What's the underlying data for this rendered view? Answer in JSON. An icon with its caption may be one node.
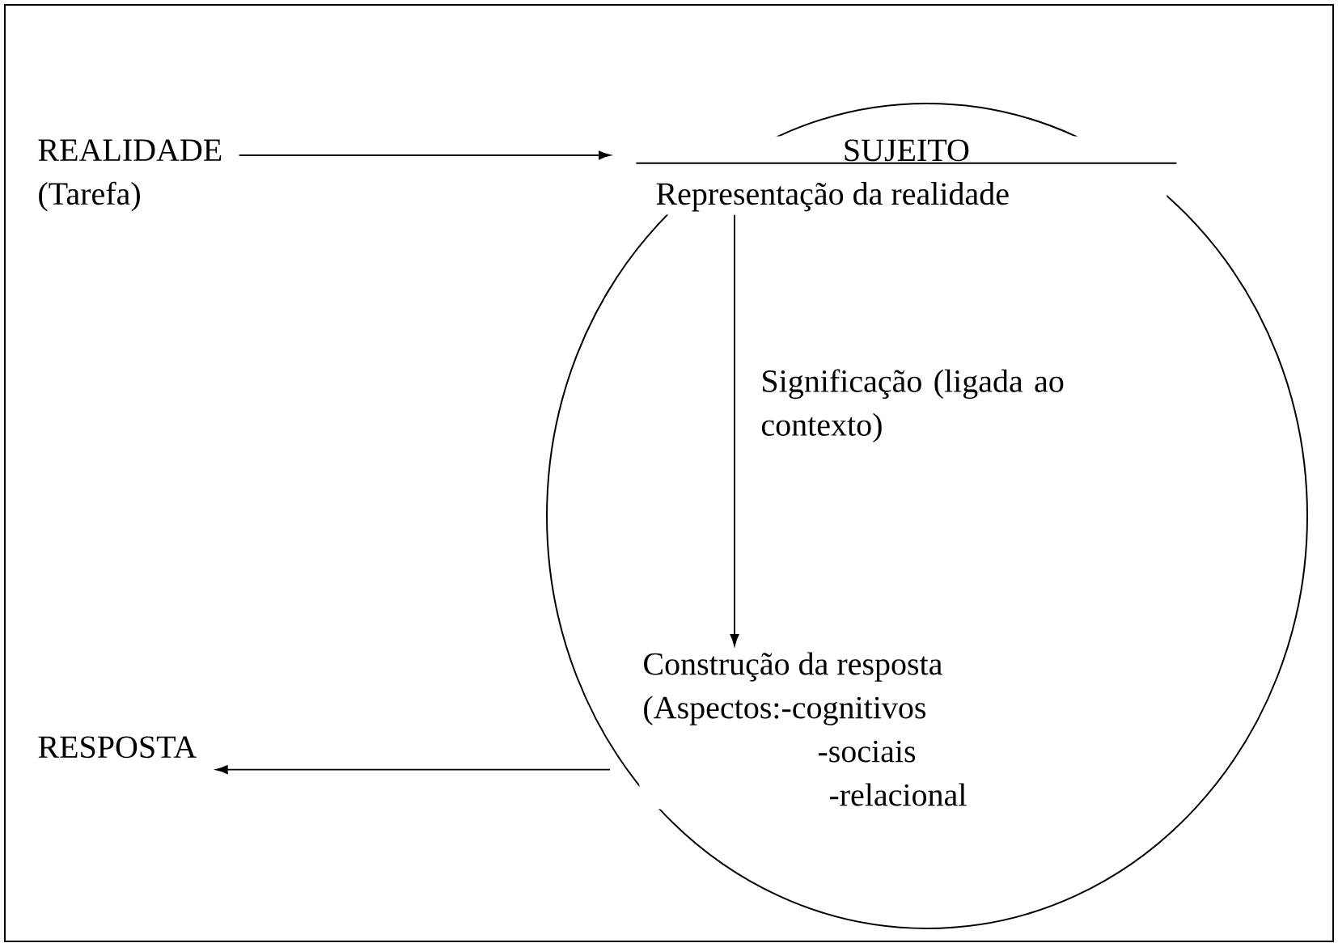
{
  "diagram": {
    "nodes": [
      {
        "text": [
          "REALIDADE",
          "(Tarefa)"
        ]
      },
      {
        "text": [],
        "shape": "circle"
      },
      {
        "text": [
          "SUJEITO",
          "Representação da realidade"
        ],
        "in": 1
      },
      {
        "text": [
          "Construção da resposta",
          "(Aspectos:-cognitivos",
          "-sociais",
          "-relacional"
        ],
        "in": 1
      },
      {
        "text": [
          "RESPOSTA"
        ]
      }
    ],
    "edges": [
      {
        "from": 0,
        "to": 2,
        "arrow": "to"
      },
      {
        "from": 2,
        "to": 3,
        "arrow": "to",
        "label": "Significação (ligada ao contexto)"
      },
      {
        "from": 3,
        "to": 4,
        "arrow": "to"
      }
    ]
  }
}
